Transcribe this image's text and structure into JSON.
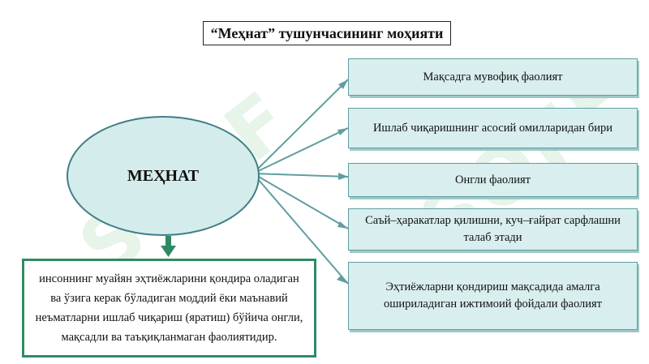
{
  "title": "“Меҳнат” тушунчасининг моҳияти",
  "center": "МЕҲНАТ",
  "items": [
    "Мақсадга мувофиқ фаолият",
    "Ишлаб чиқаришнинг асосий омилларидан бири",
    "Онгли фаолият",
    "Саъй–ҳаракатлар қилишни, куч–ғайрат сарфлашни  талаб этади",
    "Эҳтиёжларни қондириш мақсадида амалга ошириладиган ижтимоий фойдали фаолият"
  ],
  "definition": "инсоннинг муайян эҳтиёжларини қондира оладиган ва ўзига керак бўладиган моддий ёки маънавий неъматларни ишлаб чиқариш (яратиш) бўйича онгли, мақсадли ва таъқиқланмаган фаолиятидир.",
  "watermark": "SOFF",
  "colors": {
    "connector": "#5f9ea1",
    "ellipse_fill": "#d5ecec",
    "box_fill": "#d9eeee",
    "definition_border": "#2f8a63",
    "arrow": "#2f8a63"
  }
}
